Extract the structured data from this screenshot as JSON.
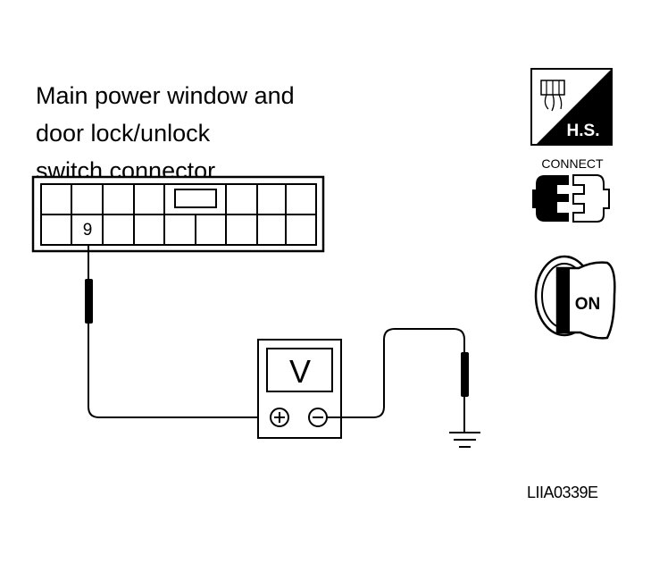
{
  "title_lines": [
    "Main power window and",
    "door lock/unlock",
    "switch connector"
  ],
  "terminal": "9",
  "meter_symbol": "V",
  "plus_symbol": "+",
  "minus_symbol": "−",
  "icons": {
    "harness_side_label": "H.S.",
    "connect_label": "CONNECT",
    "ignition_label": "ON"
  },
  "figure_code": "LIIA0339E"
}
